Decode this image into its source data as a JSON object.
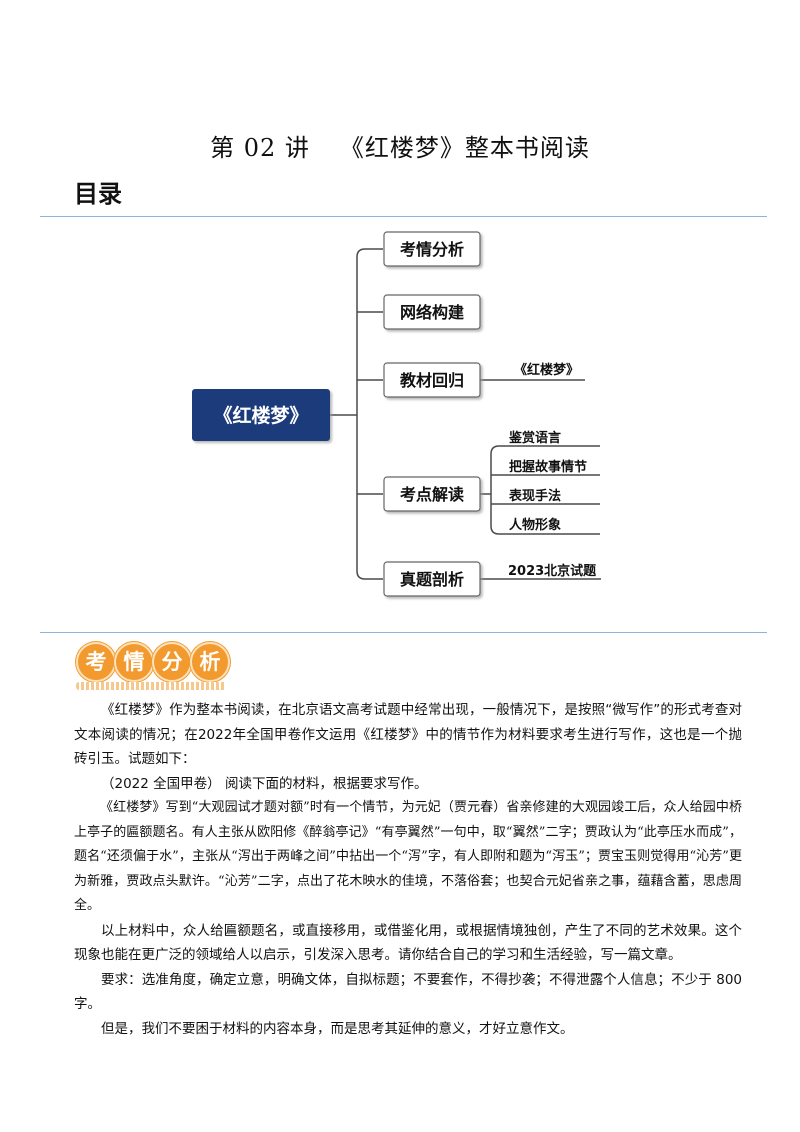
{
  "header": {
    "title_prefix": "第 02 讲",
    "title_main": "《红楼梦》整本书阅读",
    "toc_label": "目录"
  },
  "mindmap": {
    "root": "《红楼梦》",
    "branches": [
      {
        "label": "考情分析",
        "children": []
      },
      {
        "label": "网络构建",
        "children": []
      },
      {
        "label": "教材回归",
        "children": [
          "《红楼梦》"
        ]
      },
      {
        "label": "考点解读",
        "children": [
          "鉴赏语言",
          "把握故事情节",
          "表现手法",
          "人物形象"
        ]
      },
      {
        "label": "真题剖析",
        "children": [
          "2023北京试题"
        ]
      }
    ],
    "colors": {
      "root_bg": "#1f3a7a",
      "line": "#4a4a4a",
      "box_border": "#666666",
      "box_bg": "#ffffff"
    }
  },
  "section": {
    "badge_chars": [
      "考",
      "情",
      "分",
      "析"
    ],
    "badge_color": "#f39a2e"
  },
  "paragraphs": [
    "《红楼梦》作为整本书阅读，在北京语文高考试题中经常出现，一般情况下，是按照“微写作”的形式考查对文本阅读的情况；在2022年全国甲卷作文运用《红楼梦》中的情节作为材料要求考生进行写作，这也是一个抛砖引玉。试题如下：",
    "（2022 全国甲卷） 阅读下面的材料，根据要求写作。",
    "《红楼梦》写到“大观园试才题对额”时有一个情节，为元妃（贾元春）省亲修建的大观园竣工后，众人给园中桥上亭子的匾额题名。有人主张从欧阳修《醉翁亭记》“有亭翼然”一句中，取“翼然”二字；贾政认为“此亭压水而成”，题名“还须偏于水”，主张从“泻出于两峰之间”中拈出一个“泻”字，有人即附和题为“泻玉”；贾宝玉则觉得用“沁芳”更为新雅，贾政点头默许。“沁芳”二字，点出了花木映水的佳境，不落俗套；也契合元妃省亲之事，蕴藉含蓄，思虑周全。",
    "以上材料中，众人给匾额题名，或直接移用，或借鉴化用，或根据情境独创，产生了不同的艺术效果。这个现象也能在更广泛的领域给人以启示，引发深入思考。请你结合自己的学习和生活经验，写一篇文章。",
    "要求：选准角度，确定立意，明确文体，自拟标题；不要套作，不得抄袭；不得泄露个人信息；不少于 800 字。",
    "但是，我们不要困于材料的内容本身，而是思考其延伸的意义，才好立意作文。"
  ]
}
